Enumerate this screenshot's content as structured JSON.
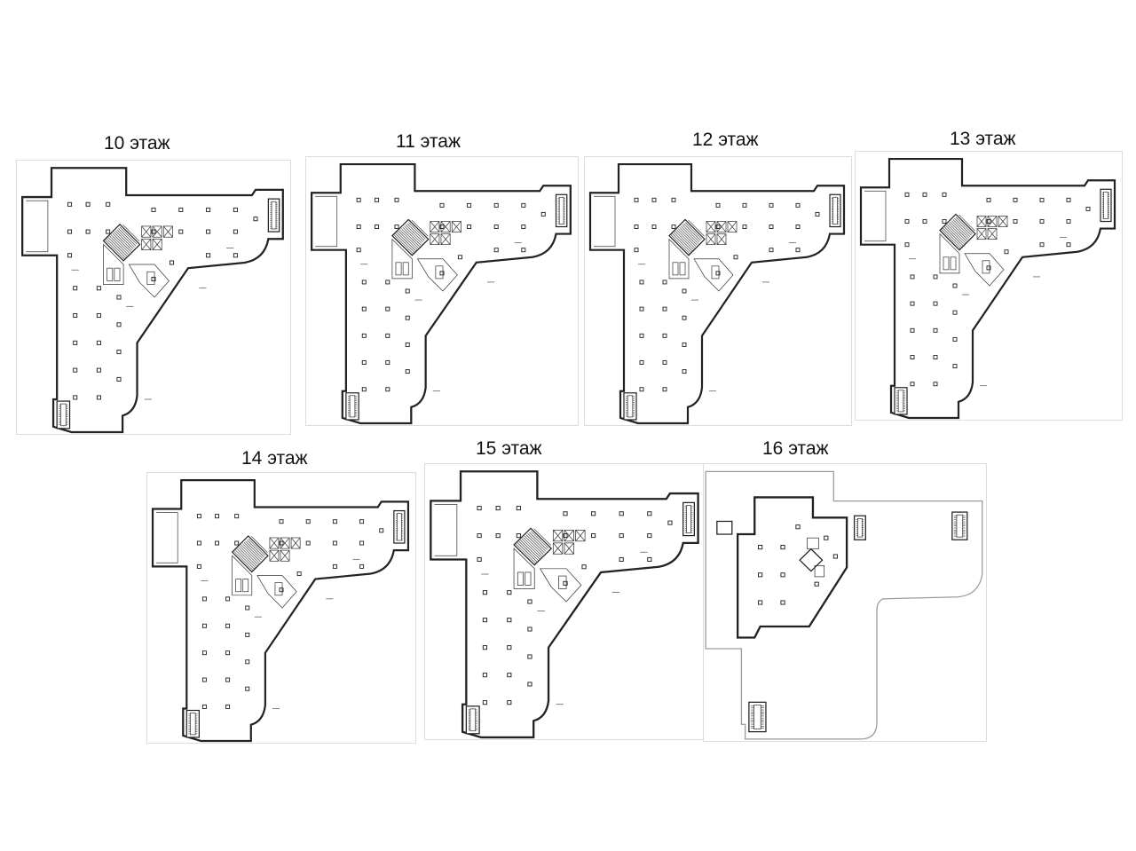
{
  "floors": [
    {
      "label": "10 этаж",
      "variant": "standard"
    },
    {
      "label": "11 этаж",
      "variant": "standard"
    },
    {
      "label": "12 этаж",
      "variant": "standard"
    },
    {
      "label": "13 этаж",
      "variant": "standard"
    },
    {
      "label": "14 этаж",
      "variant": "standard"
    },
    {
      "label": "15 этаж",
      "variant": "standard"
    },
    {
      "label": "16 этаж",
      "variant": "penthouse-with-terrace"
    }
  ],
  "colors": {
    "wall": "#222222",
    "terrace_outline": "#9a9a9a",
    "background": "#ffffff"
  }
}
